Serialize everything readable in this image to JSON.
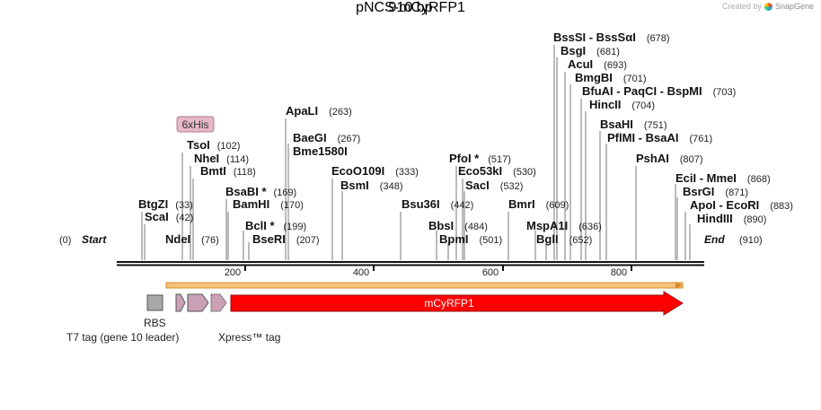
{
  "credit": {
    "prefix": "Created by",
    "brand": "SnapGene"
  },
  "plasmid": {
    "name": "pNCS-mCyRFP1",
    "length_label": "910 bp",
    "length": 910
  },
  "ends": {
    "start_pos": "(0)",
    "start_label": "Start",
    "end_label": "End",
    "end_pos": "(910)"
  },
  "ruler": {
    "ticks": [
      "200",
      "400",
      "600",
      "800"
    ]
  },
  "colors": {
    "orf": "#ff0000",
    "tag": "#c9a0b4",
    "rbs": "#a8a8a8",
    "his_badge": "#e6b8c8",
    "orf_bar": "#f6c27a"
  },
  "features": {
    "his_tag": "6xHis",
    "rbs": "RBS",
    "t7_tag": "T7 tag (gene 10 leader)",
    "xpress_tag": "Xpress™ tag",
    "orf": "mCyRFP1"
  },
  "sites": [
    {
      "name": "TsoI",
      "pos": "(102)"
    },
    {
      "name": "NheI",
      "pos": "(114)"
    },
    {
      "name": "BmtI",
      "pos": "(118)"
    },
    {
      "name": "BtgZI",
      "pos": "(33)"
    },
    {
      "name": "ScaI",
      "pos": "(42)"
    },
    {
      "name": "NdeI",
      "pos": "(76)"
    },
    {
      "name": "BsaBI *",
      "pos": "(169)"
    },
    {
      "name": "BamHI",
      "pos": "(170)"
    },
    {
      "name": "BclI *",
      "pos": "(199)"
    },
    {
      "name": "BseRI",
      "pos": "(207)"
    },
    {
      "name": "ApaLI",
      "pos": "(263)"
    },
    {
      "name": "BaeGI",
      "pos": "(267)"
    },
    {
      "name": "Bme1580I",
      "pos": ""
    },
    {
      "name": "EcoO109I",
      "pos": "(333)"
    },
    {
      "name": "BsmI",
      "pos": "(348)"
    },
    {
      "name": "Bsu36I",
      "pos": "(442)"
    },
    {
      "name": "PfoI *",
      "pos": "(517)"
    },
    {
      "name": "Eco53kI",
      "pos": "(530)"
    },
    {
      "name": "SacI",
      "pos": "(532)"
    },
    {
      "name": "BbsI",
      "pos": "(484)"
    },
    {
      "name": "BpmI",
      "pos": "(501)"
    },
    {
      "name": "BmrI",
      "pos": "(609)"
    },
    {
      "name": "MspA1I",
      "pos": "(636)"
    },
    {
      "name": "BglI",
      "pos": "(652)"
    },
    {
      "name": "BssSI - BssSαI",
      "pos": "(678)"
    },
    {
      "name": "BsgI",
      "pos": "(681)"
    },
    {
      "name": "AcuI",
      "pos": "(693)"
    },
    {
      "name": "BmgBI",
      "pos": "(701)"
    },
    {
      "name": "BfuAI - PaqCI - BspMI",
      "pos": "(703)"
    },
    {
      "name": "HincII",
      "pos": "(704)"
    },
    {
      "name": "BsaHI",
      "pos": "(751)"
    },
    {
      "name": "PflMI - BsaAI",
      "pos": "(761)"
    },
    {
      "name": "PshAI",
      "pos": "(807)"
    },
    {
      "name": "EciI - MmeI",
      "pos": "(868)"
    },
    {
      "name": "BsrGI",
      "pos": "(871)"
    },
    {
      "name": "ApoI - EcoRI",
      "pos": "(883)"
    },
    {
      "name": "HindIII",
      "pos": "(890)"
    }
  ]
}
